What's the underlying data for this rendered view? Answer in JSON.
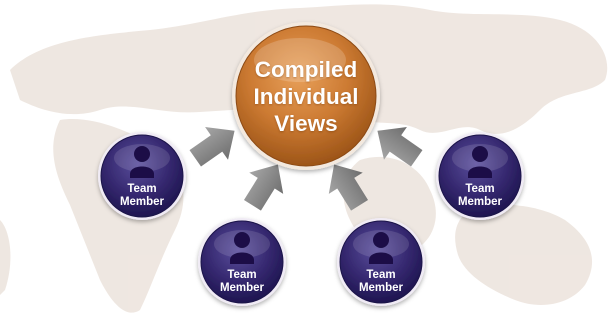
{
  "diagram": {
    "center": {
      "lines": [
        "Compiled",
        "Individual",
        "Views"
      ],
      "color": "#c8732a"
    },
    "members": [
      {
        "line1": "Team",
        "line2": "Member"
      },
      {
        "line1": "Team",
        "line2": "Member"
      },
      {
        "line1": "Team",
        "line2": "Member"
      },
      {
        "line1": "Team",
        "line2": "Member"
      }
    ],
    "member_color": "#3a2e79",
    "arrow_color": "#8a8a8a",
    "background": "world-map"
  }
}
